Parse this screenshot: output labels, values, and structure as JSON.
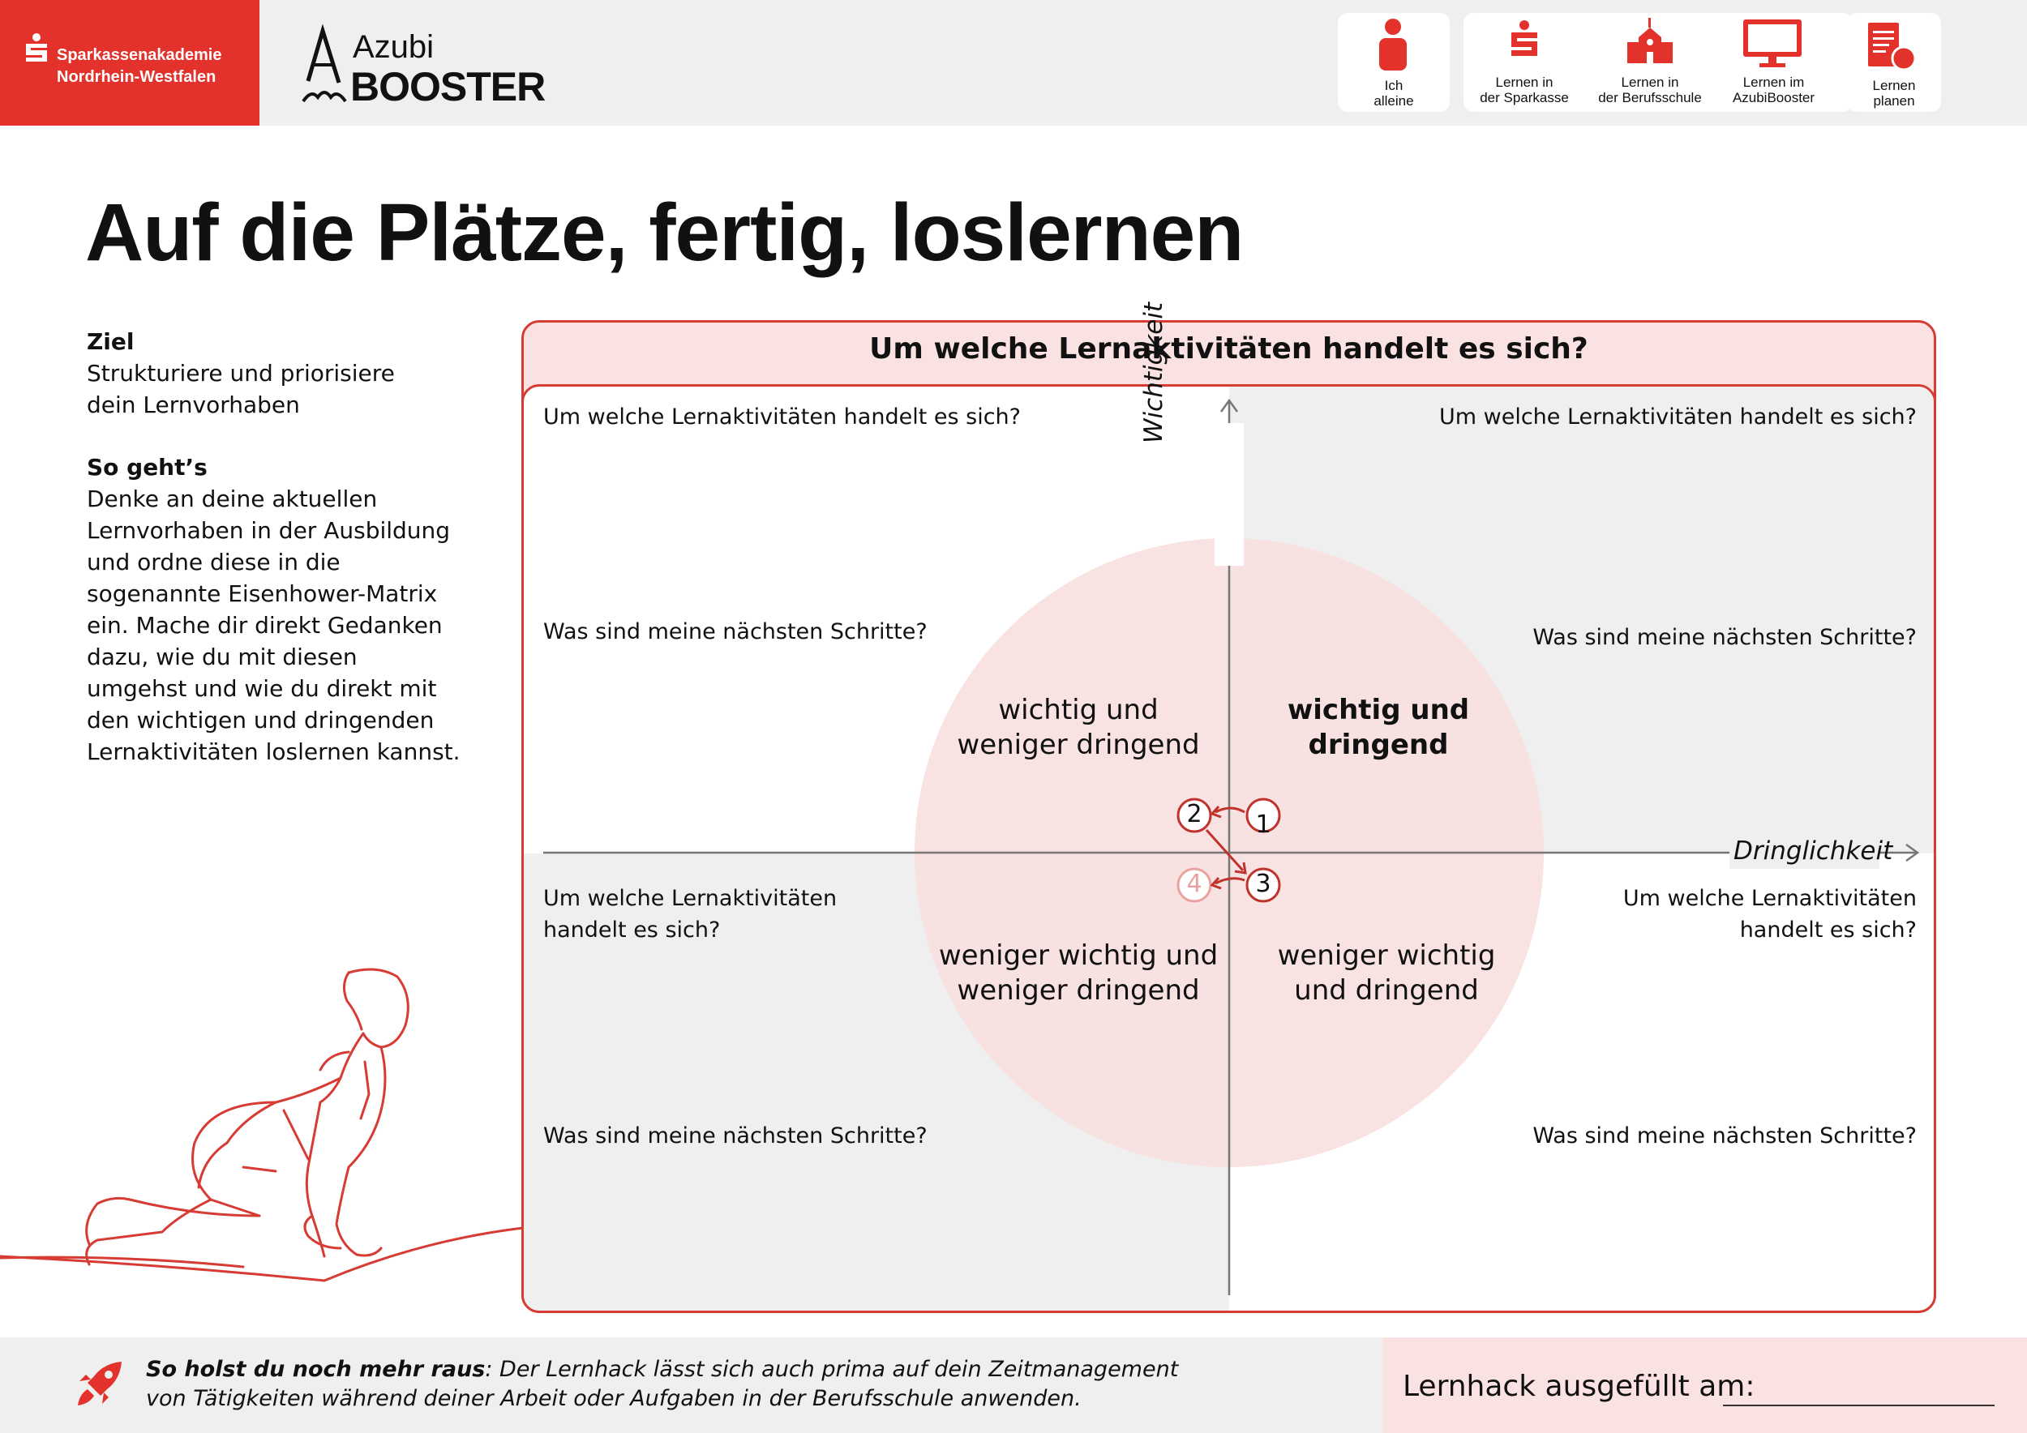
{
  "header": {
    "brand_name_line1": "Sparkassenakademie",
    "brand_name_line2": "Nordrhein-Westfalen",
    "logo_top": "Azubi",
    "logo_bottom": "BOOSTER",
    "nav": [
      {
        "line1": "Ich",
        "line2": "alleine",
        "icon": "person-icon"
      },
      {
        "line1": "Lernen in",
        "line2": "der Sparkasse",
        "icon": "sparkasse-icon"
      },
      {
        "line1": "Lernen in",
        "line2": "der Berufsschule",
        "icon": "school-icon"
      },
      {
        "line1": "Lernen im",
        "line2": "AzubiBooster",
        "icon": "monitor-icon"
      },
      {
        "line1": "Lernen",
        "line2": "planen",
        "icon": "plan-icon"
      }
    ],
    "accent_color": "#e2322b"
  },
  "title": "Auf die Plätze, fertig, loslernen",
  "left": {
    "goal_heading": "Ziel",
    "goal_lines": [
      "Strukturiere und priorisiere",
      "dein Lernvorhaben"
    ],
    "howto_heading": "So geht’s",
    "howto_lines": [
      "Denke an deine aktuellen",
      "Lernvorhaben in der Ausbildung",
      "und ordne diese in die",
      "sogenannte Eisenhower-Matrix",
      "ein. Mache dir direkt Gedanken",
      "dazu, wie du mit diesen",
      "umgehst und wie du direkt mit",
      "den wichtigen und dringenden",
      "Lernaktivitäten loslernen kannst."
    ]
  },
  "matrix": {
    "header": "Um welche Lernaktivitäten handelt es sich?",
    "axis_y": "Wichtigkeit",
    "axis_x": "Dringlichkeit",
    "q_top_left": {
      "question": "Um welche Lernaktivitäten handelt es sich?",
      "next": "Was sind meine nächsten Schritte?"
    },
    "q_top_right": {
      "question": "Um welche Lernaktivitäten handelt es sich?",
      "next": "Was sind meine nächsten Schritte?"
    },
    "q_bottom_left": {
      "question_line1": "Um welche Lernaktivitäten",
      "question_line2": "handelt es sich?",
      "next": "Was sind meine nächsten Schritte?"
    },
    "q_bottom_right": {
      "question_line1": "Um welche Lernaktivitäten",
      "question_line2": "handelt es sich?",
      "next": "Was sind meine nächsten Schritte?"
    },
    "center_tl": [
      "wichtig und",
      "weniger dringend"
    ],
    "center_tr": [
      "wichtig und",
      "dringend"
    ],
    "center_bl": [
      "weniger wichtig und",
      "weniger dringend"
    ],
    "center_br": [
      "weniger wichtig",
      "und dringend"
    ],
    "steps": [
      "1",
      "2",
      "3",
      "4"
    ]
  },
  "footer": {
    "bold": "So holst du noch mehr raus",
    "text_line1": ": Der Lernhack lässt sich auch prima auf dein Zeitmanagement",
    "text_line2": "von Tätigkeiten während deiner Arbeit oder Aufgaben in der Berufsschule anwenden.",
    "filled_label": "Lernhack ausgefüllt am:"
  }
}
